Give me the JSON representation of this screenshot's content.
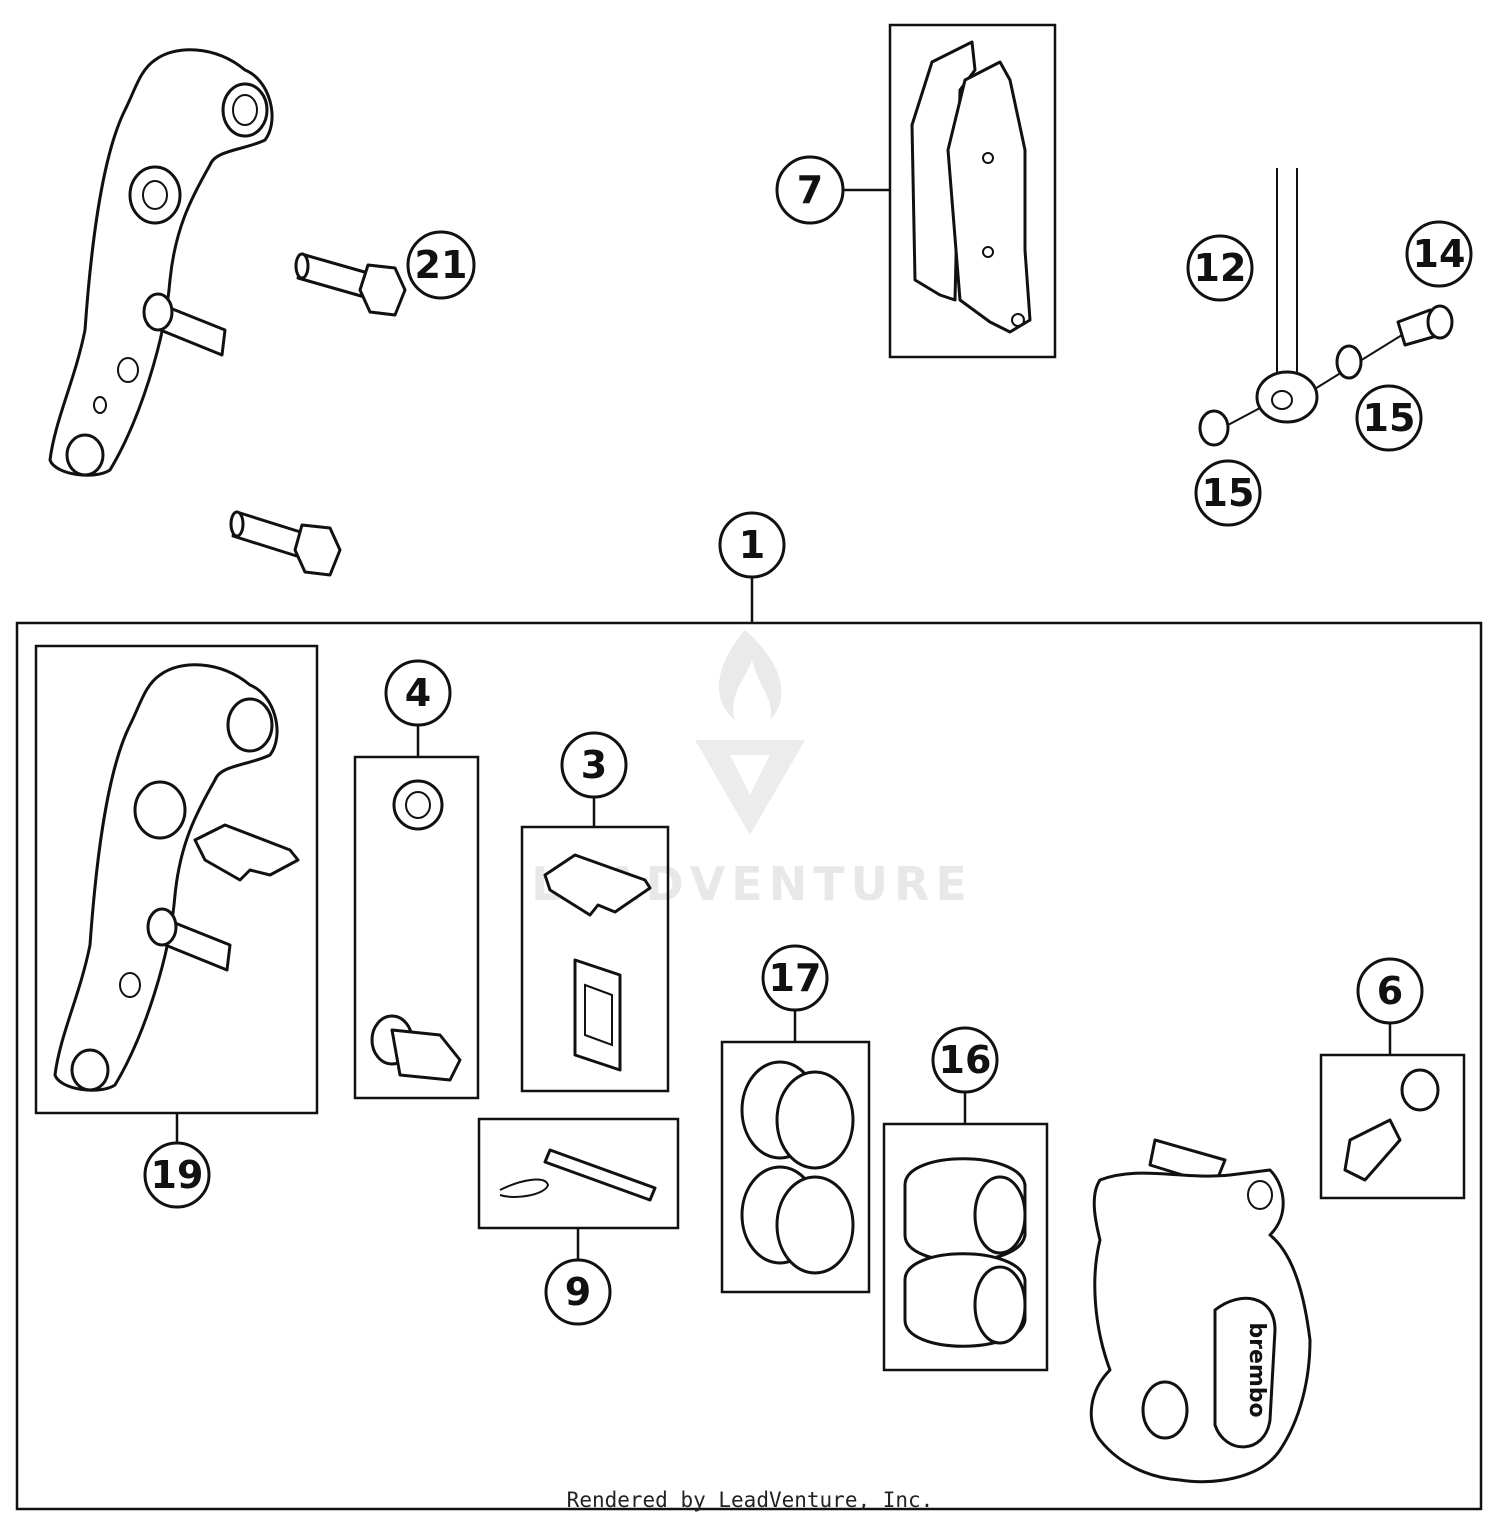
{
  "callouts": [
    "1",
    "3",
    "4",
    "6",
    "7",
    "9",
    "12",
    "14",
    "15",
    "15",
    "16",
    "17",
    "19",
    "21"
  ],
  "watermark": "LEADVENTURE",
  "caliper_brand": "brembo",
  "footer": "Rendered by LeadVenture, Inc."
}
